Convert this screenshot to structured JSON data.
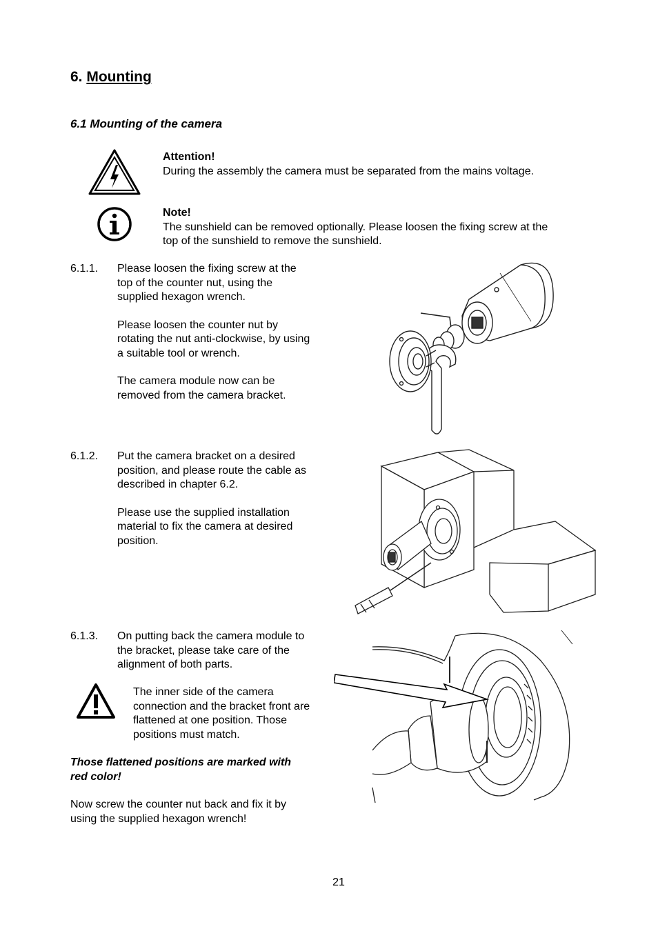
{
  "heading": {
    "number": "6.",
    "title": "Mounting"
  },
  "subheading": "6.1 Mounting of the camera",
  "attention": {
    "icon": "high-voltage-warning-icon",
    "title": "Attention!",
    "text": "During the assembly the camera must be separated from the mains voltage."
  },
  "note": {
    "icon": "info-icon",
    "title": "Note!",
    "line1": "The sunshield can be removed optionally. Please loosen the fixing screw at the",
    "line2": "top of the sunshield to remove the sunshield."
  },
  "steps": [
    {
      "number": "6.1.1.",
      "paragraphs": [
        [
          "Please loosen the fixing screw at the",
          "top of the counter nut, using the",
          "supplied hexagon wrench."
        ],
        [
          "Please loosen the counter nut by",
          "rotating the nut anti-clockwise, by using",
          "a suitable tool or wrench."
        ],
        [
          "The camera module now can be",
          "removed from the camera bracket."
        ]
      ]
    },
    {
      "number": "6.1.2.",
      "paragraphs": [
        [
          "Put the camera bracket on a desired",
          "position, and please route the cable as",
          "described in chapter 6.2."
        ],
        [
          "Please use the supplied installation",
          "material to fix the camera at desired",
          "position."
        ]
      ]
    },
    {
      "number": "6.1.3.",
      "paragraphs": [
        [
          "On putting back the camera module to",
          "the bracket, please take care of the",
          "alignment of both parts."
        ]
      ],
      "warning_lines": [
        "The inner side of the camera",
        "connection and the bracket front are",
        "flattened at one position. Those",
        "positions must match."
      ],
      "emphasis_lines": [
        "Those flattened positions are marked with",
        "red color!"
      ],
      "closing_lines": [
        "Now screw the counter nut back and fix it by",
        "using the supplied hexagon wrench!"
      ]
    }
  ],
  "page_number": "21"
}
